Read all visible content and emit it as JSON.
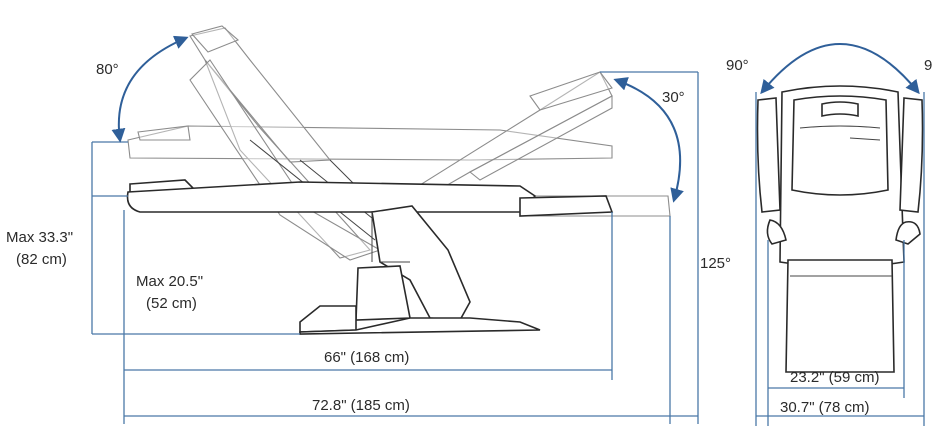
{
  "labels": {
    "back_angle": "80°",
    "leg_angle": "30°",
    "recline_angle": "125°",
    "arm_left_angle": "90°",
    "arm_right_angle": "9",
    "max_height_1": "Max 33.3\"",
    "max_height_2": "(82 cm)",
    "min_height_1": "Max 20.5\"",
    "min_height_2": "(52 cm)",
    "length_seat": "66\" (168 cm)",
    "length_total": "72.8\" (185 cm)",
    "width_seat": "23.2\" (59 cm)",
    "width_total": "30.7\" (78 cm)"
  },
  "colors": {
    "dimension_line": "#4a78a8",
    "arrow": "#2f5f99",
    "outline": "#2a2a2a",
    "ghost_outline": "#8c8c8c"
  }
}
